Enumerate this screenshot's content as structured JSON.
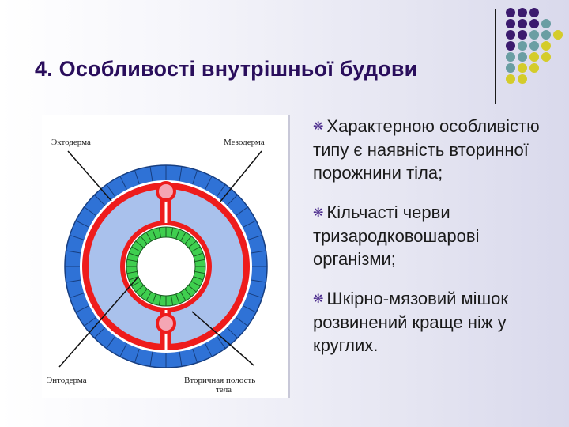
{
  "slide": {
    "title": "4. Особливості внутрішньої будови",
    "title_color": "#2a0e5c"
  },
  "decoration": {
    "dot_colors": {
      "purple": "#3b1a6e",
      "teal": "#6a9ea3",
      "yellow": "#d4cc2a"
    },
    "dot_grid": [
      [
        "purple",
        "purple",
        "purple"
      ],
      [
        "purple",
        "purple",
        "purple",
        "teal"
      ],
      [
        "purple",
        "purple",
        "teal",
        "teal",
        "yellow"
      ],
      [
        "purple",
        "teal",
        "teal",
        "yellow"
      ],
      [
        "teal",
        "teal",
        "yellow",
        "yellow"
      ],
      [
        "teal",
        "yellow",
        "yellow"
      ],
      [
        "yellow",
        "yellow"
      ]
    ]
  },
  "figure": {
    "labels": {
      "ectoderm": "Эктодерма",
      "mesoderm": "Мезодерма",
      "endoderm": "Энтодерма",
      "secondary_cavity_line1": "Вторичная полость",
      "secondary_cavity_line2": "тела"
    },
    "colors": {
      "ectoderm": "#2f72d6",
      "cavity": "#a9c1ec",
      "mesoderm": "#ee1c1c",
      "vessel": "#f4a6b4",
      "endoderm": "#3fcf4f"
    }
  },
  "bullets": [
    {
      "icon": "snowflake-bullet-icon",
      "text": "Характерною особливістю типу є наявність вторинної порожнини тіла;"
    },
    {
      "icon": "snowflake-bullet-icon",
      "text": "Кільчасті черви тризародковошарові організми;"
    },
    {
      "icon": "snowflake-bullet-icon",
      "text": "Шкірно-мязовий мішок розвинений краще ніж у круглих."
    }
  ],
  "bullet_glyph": "❋"
}
